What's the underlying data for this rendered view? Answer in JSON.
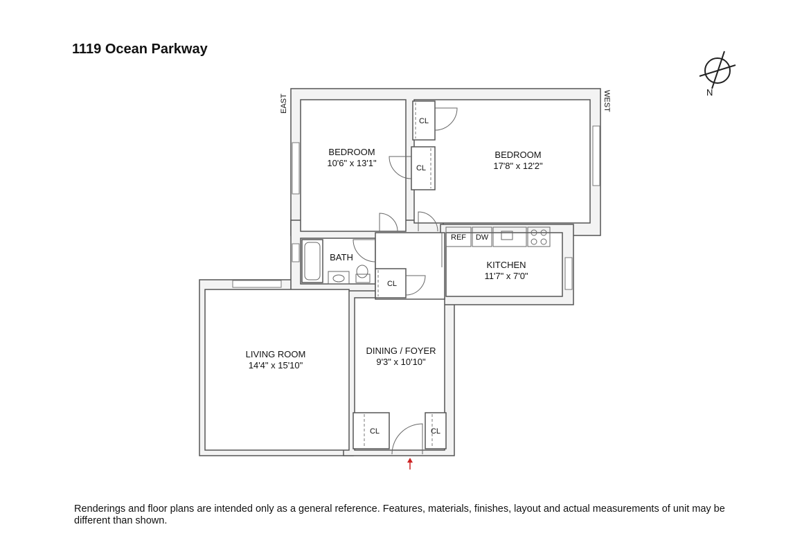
{
  "title": "1119 Ocean Parkway",
  "disclaimer": "Renderings and floor plans are intended only as a general reference. Features, materials, finishes, layout and actual measurements of unit may be different than shown.",
  "compass": {
    "north_label": "N"
  },
  "directions": {
    "east": "EAST",
    "west": "WEST"
  },
  "rooms": {
    "bedroom_1": {
      "name": "BEDROOM",
      "size": "10'6\" x 13'1\""
    },
    "bedroom_2": {
      "name": "BEDROOM",
      "size": "17'8\" x 12'2\""
    },
    "bath": {
      "name": "BATH"
    },
    "kitchen": {
      "name": "KITCHEN",
      "size": "11'7\" x 7'0\""
    },
    "living_room": {
      "name": "LIVING ROOM",
      "size": "14'4\" x 15'10\""
    },
    "dining_foyer": {
      "name": "DINING / FOYER",
      "size": "9'3\" x 10'10\""
    }
  },
  "closets": [
    "CL",
    "CL",
    "CL",
    "CL",
    "CL"
  ],
  "appliances": {
    "refrigerator": "REF",
    "dishwasher": "DW"
  },
  "colors": {
    "entry_arrow": "#cc2222",
    "wall_fill": "#f3f3f3",
    "wall_stroke": "#555555"
  }
}
